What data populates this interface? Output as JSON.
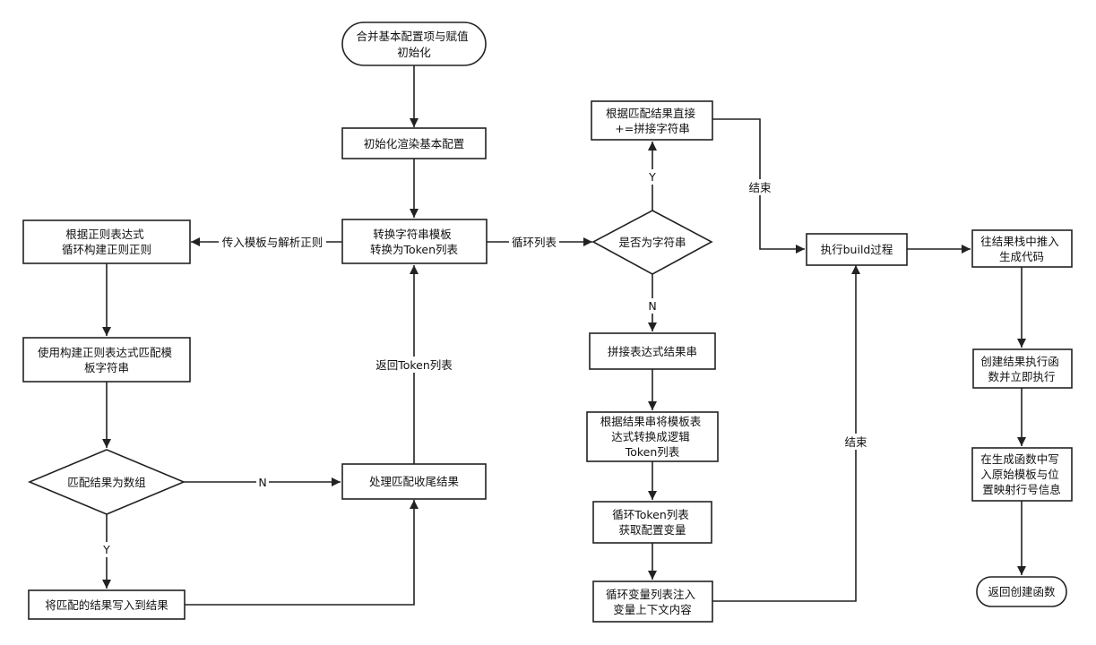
{
  "nodes": {
    "start": [
      "合并基本配置项与赋值",
      "初始化"
    ],
    "init_render": [
      "初始化渲染基本配置"
    ],
    "convert_template": [
      "转换字符串模板",
      "转换为Token列表"
    ],
    "build_regex": [
      "根据正则表达式",
      "循环构建正则正则"
    ],
    "match_template": [
      "使用构建正则表达式匹配模",
      "板字符串"
    ],
    "is_array": [
      "匹配结果为数组"
    ],
    "write_result": [
      "将匹配的结果写入到结果"
    ],
    "handle_tail": [
      "处理匹配收尾结果"
    ],
    "direct_concat": [
      "根据匹配结果直接",
      "+=拼接字符串"
    ],
    "is_string": [
      "是否为字符串"
    ],
    "concat_expr": [
      "拼接表达式结果串"
    ],
    "convert_logic": [
      "根据结果串将模板表",
      "达式转换成逻辑",
      "Token列表"
    ],
    "loop_tokens": [
      "循环Token列表",
      "获取配置变量"
    ],
    "inject_context": [
      "循环变量列表注入",
      "变量上下文内容"
    ],
    "exec_build": [
      "执行build过程"
    ],
    "push_stack": [
      "往结果栈中推入",
      "生成代码"
    ],
    "create_func": [
      "创建结果执行函",
      "数并立即执行"
    ],
    "write_info": [
      "在生成函数中写",
      "入原始模板与位",
      "置映射行号信息"
    ],
    "return_func": [
      "返回创建函数"
    ]
  },
  "edge_labels": {
    "pass_template": "传入模板与解析正则",
    "return_tokens": "返回Token列表",
    "array_no": "N",
    "array_yes": "Y",
    "loop_list": "循环列表",
    "string_yes": "Y",
    "string_no": "N",
    "end_top": "结束",
    "end_bottom": "结束"
  }
}
